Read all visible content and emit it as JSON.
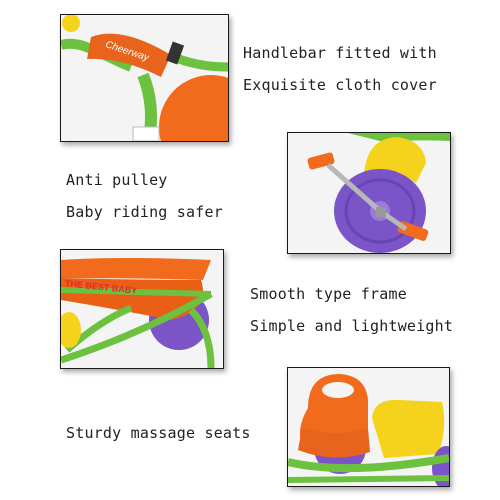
{
  "features": [
    {
      "lines": [
        "Handlebar fitted with",
        "Exquisite cloth cover"
      ],
      "badge": "Cheerway"
    },
    {
      "lines": [
        "Anti pulley",
        "Baby riding safer"
      ]
    },
    {
      "lines": [
        "Smooth type frame",
        "Simple and lightweight"
      ],
      "badge": "THE BEST BABY"
    },
    {
      "lines": [
        "Sturdy massage seats"
      ]
    }
  ],
  "colors": {
    "frame_green": "#6cc13f",
    "seat_orange": "#f26a1b",
    "wheel_purple": "#7b55c8",
    "fender_yellow": "#f5d31c",
    "handle_orange": "#e8641c"
  }
}
